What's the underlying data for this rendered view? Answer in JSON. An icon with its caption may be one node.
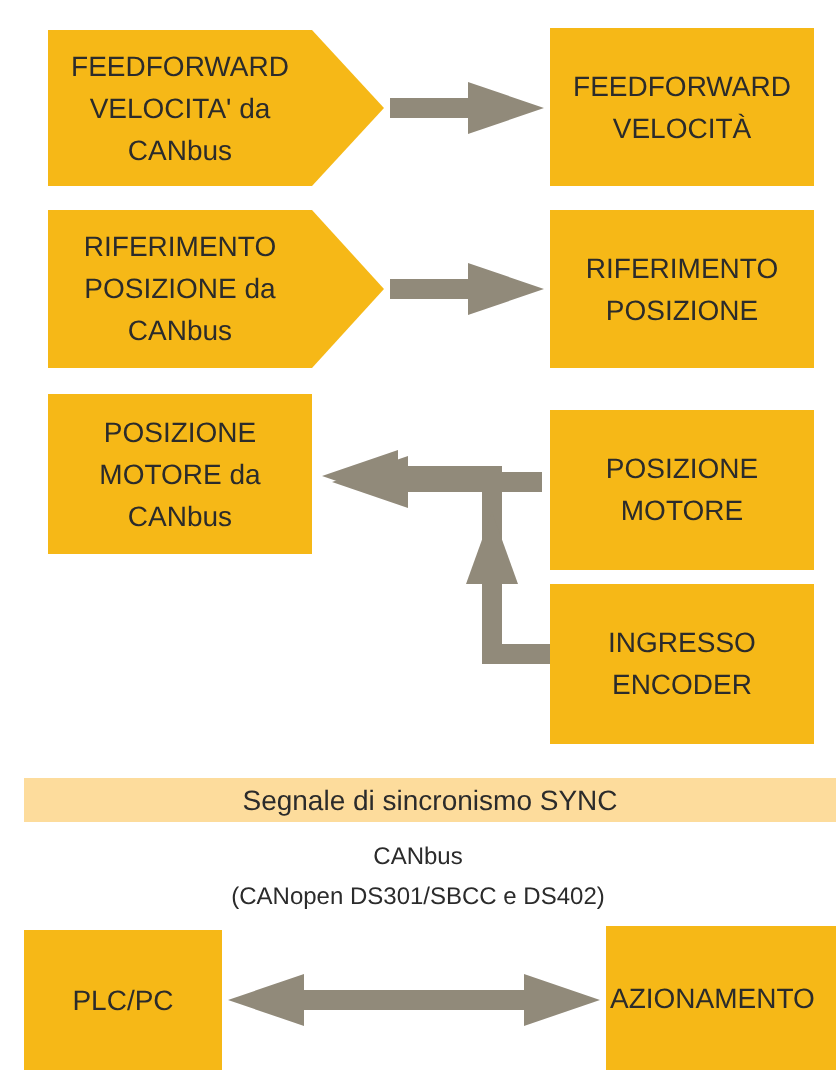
{
  "diagram": {
    "nodes": [
      {
        "text": [
          "FEEDFORWARD VELOCITA' da CANbus"
        ]
      },
      {
        "text": [
          "FEEDFORWARD VELOCITÀ"
        ]
      },
      {
        "text": [
          "RIFERIMENTO POSIZIONE da CANbus"
        ]
      },
      {
        "text": [
          "RIFERIMENTO POSIZIONE"
        ]
      },
      {
        "text": [
          "POSIZIONE MOTORE da CANbus"
        ]
      },
      {
        "text": [
          "POSIZIONE MOTORE"
        ]
      },
      {
        "text": [
          "INGRESSO ENCODER"
        ]
      },
      {
        "text": [
          "Segnale di sincronismo SYNC"
        ]
      },
      {
        "text": [
          "PLC/PC"
        ]
      },
      {
        "text": [
          "AZIONAMENTO"
        ]
      }
    ],
    "edges": [
      {
        "from": 0,
        "to": 1,
        "arrow": "to"
      },
      {
        "from": 2,
        "to": 3,
        "arrow": "to"
      },
      {
        "from": 5,
        "to": 4,
        "arrow": "to"
      },
      {
        "from": 6,
        "to": 4,
        "arrow": "to"
      },
      {
        "from": 8,
        "to": 9,
        "arrow": "both"
      }
    ],
    "labels": [
      "CANbus",
      "(CANopen DS301/SBCC e DS402)"
    ]
  }
}
